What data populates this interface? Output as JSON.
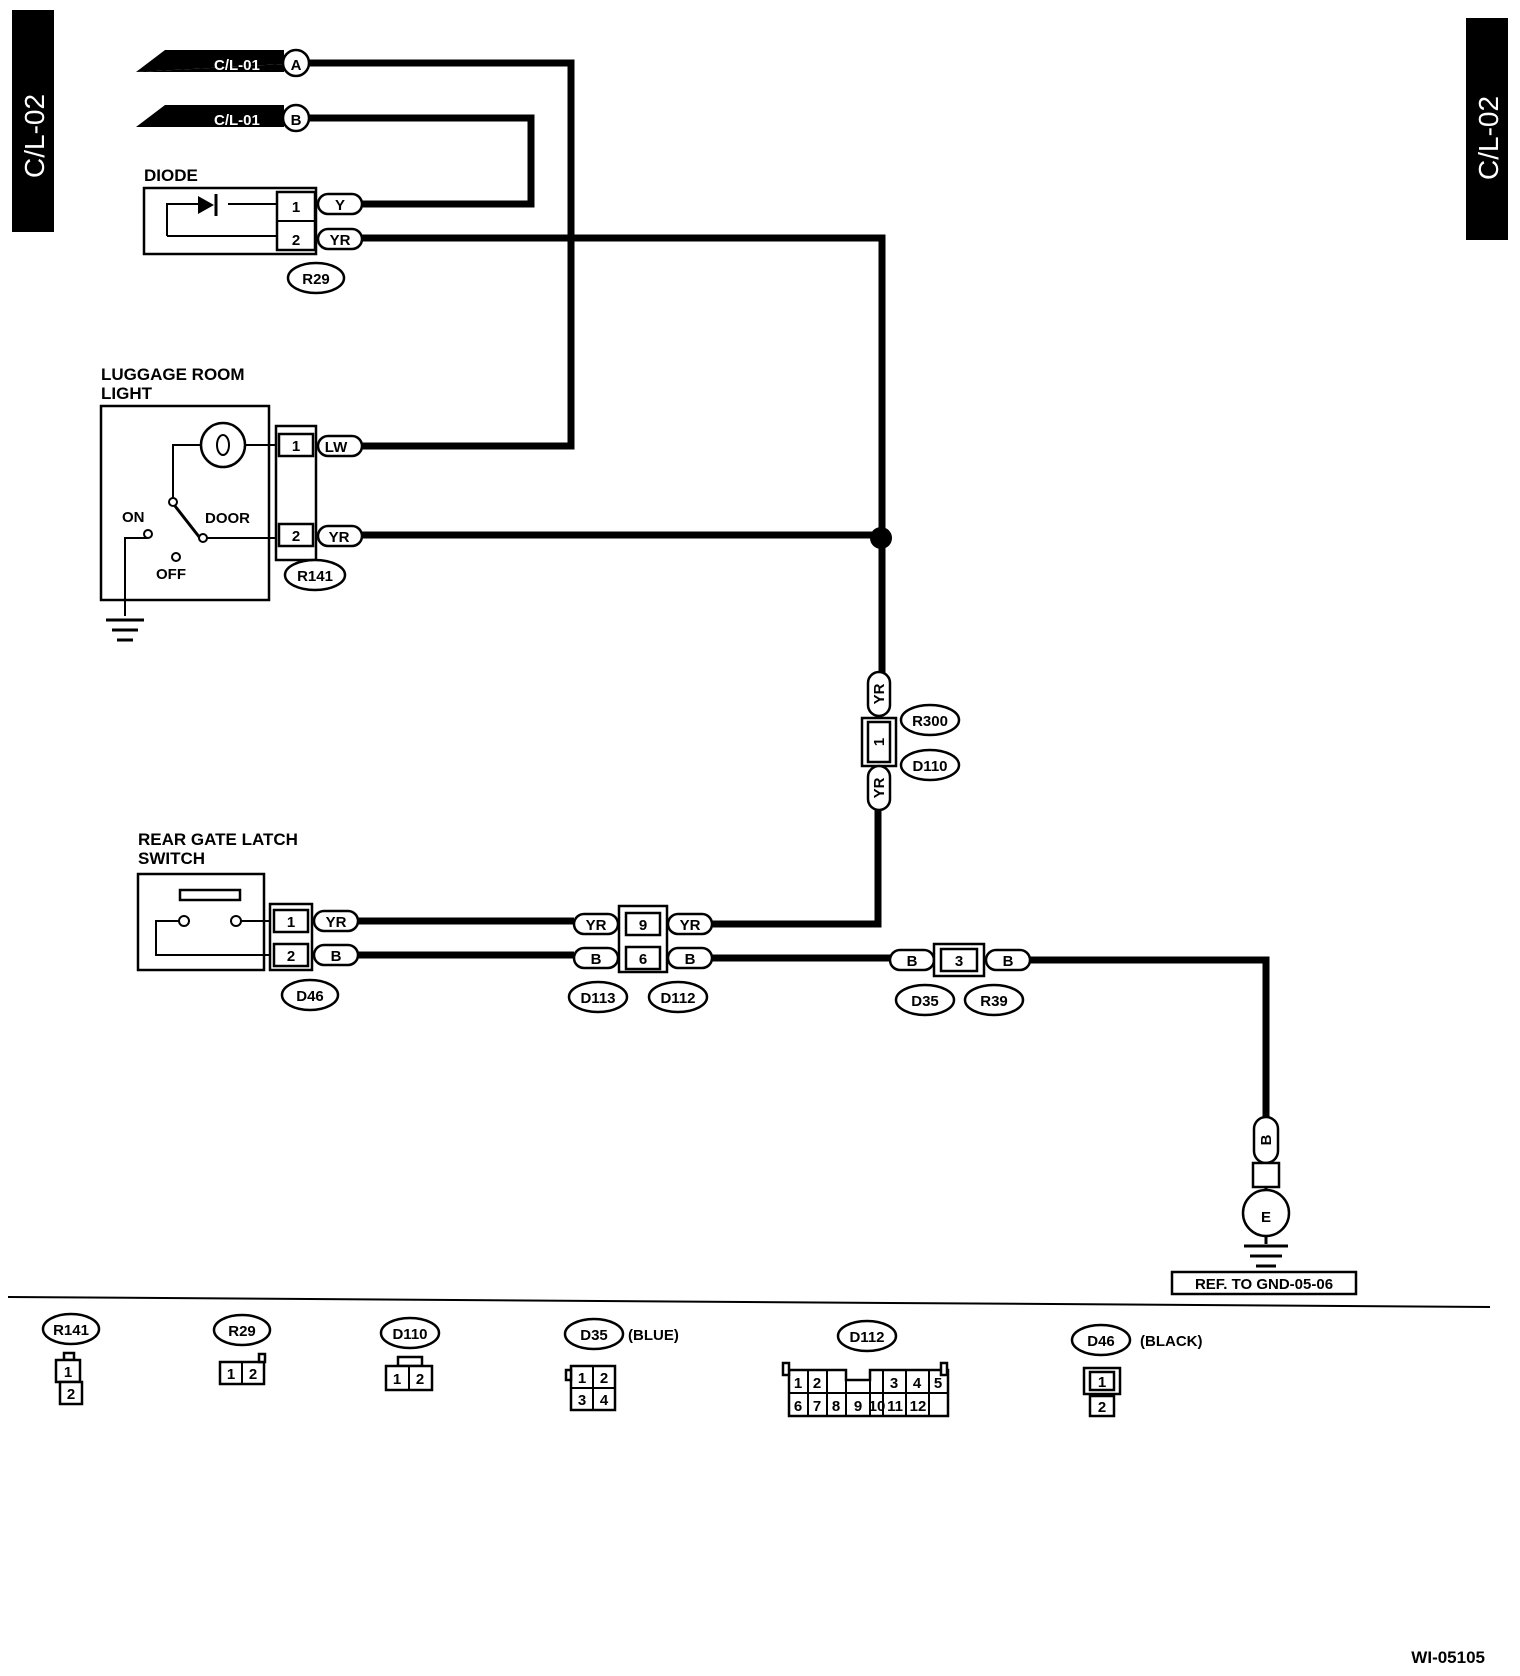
{
  "page": {
    "side_tab_left": "C/L-02",
    "side_tab_right": "C/L-02",
    "figure_id": "WI-05105"
  },
  "refs": {
    "a": {
      "label": "C/L-01",
      "letter": "A"
    },
    "b": {
      "label": "C/L-01",
      "letter": "B"
    }
  },
  "components": {
    "diode": {
      "title": "DIODE",
      "connector": "R29",
      "pins": [
        {
          "num": "1",
          "wire": "Y"
        },
        {
          "num": "2",
          "wire": "YR"
        }
      ]
    },
    "luggage_light": {
      "title_line1": "LUGGAGE ROOM",
      "title_line2": "LIGHT",
      "switch_on": "ON",
      "switch_off": "OFF",
      "switch_door": "DOOR",
      "connector": "R141",
      "pins": [
        {
          "num": "1",
          "wire": "LW"
        },
        {
          "num": "2",
          "wire": "YR"
        }
      ]
    },
    "rear_gate": {
      "title_line1": "REAR GATE LATCH",
      "title_line2": "SWITCH",
      "connector": "D46",
      "pins": [
        {
          "num": "1",
          "wire": "YR"
        },
        {
          "num": "2",
          "wire": "B"
        }
      ]
    }
  },
  "junctions": {
    "r300_d110": {
      "wire_top": "YR",
      "pin": "1",
      "wire_bottom": "YR",
      "conn_top": "R300",
      "conn_bottom": "D110"
    },
    "d113_d112": {
      "rows": [
        {
          "left": "YR",
          "pin": "9",
          "right": "YR"
        },
        {
          "left": "B",
          "pin": "6",
          "right": "B"
        }
      ],
      "conn_left": "D113",
      "conn_right": "D112"
    },
    "d35_r39": {
      "left": "B",
      "pin": "3",
      "right": "B",
      "conn_left": "D35",
      "conn_right": "R39"
    }
  },
  "ground": {
    "wire": "B",
    "letter": "E",
    "ref": "REF. TO GND-05-06"
  },
  "legend": {
    "r141": {
      "id": "R141",
      "pins": [
        "1",
        "2"
      ]
    },
    "r29": {
      "id": "R29",
      "pins": [
        "1",
        "2"
      ]
    },
    "d110": {
      "id": "D110",
      "pins": [
        "1",
        "2"
      ]
    },
    "d35": {
      "id": "D35",
      "color": "(BLUE)",
      "pins": [
        "1",
        "2",
        "3",
        "4"
      ]
    },
    "d112": {
      "id": "D112",
      "pins": [
        "1",
        "2",
        "3",
        "4",
        "5",
        "6",
        "7",
        "8",
        "9",
        "10",
        "11",
        "12"
      ]
    },
    "d46": {
      "id": "D46",
      "color": "(BLACK)",
      "pins": [
        "1",
        "2"
      ]
    }
  }
}
